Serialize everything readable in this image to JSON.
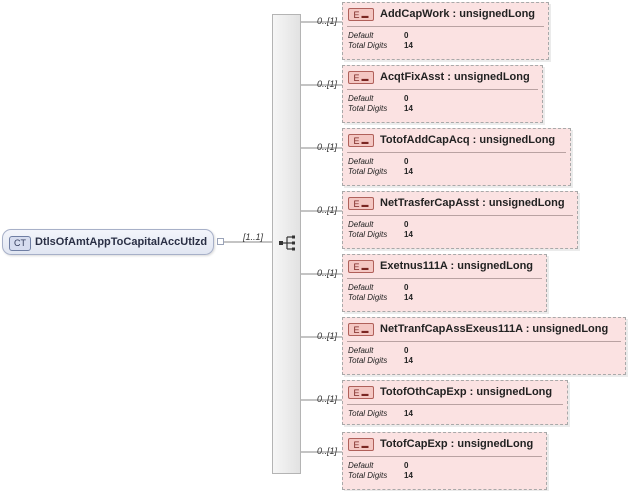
{
  "complex_type": {
    "badge": "CT",
    "name": "DtlsOfAmtAppToCapitalAccUtlzd",
    "cardinality": "[1..1]"
  },
  "colors": {
    "element_fill": "#fbe2e2",
    "element_badge": "#f4c7c3",
    "ct_fill": "#e1e6f2"
  },
  "elements": [
    {
      "cardinality": "0..[1]",
      "badge": "E",
      "name": "AddCapWork : unsignedLong",
      "props": [
        {
          "label": "Default",
          "value": "0"
        },
        {
          "label": "Total Digits",
          "value": "14"
        }
      ]
    },
    {
      "cardinality": "0..[1]",
      "badge": "E",
      "name": "AcqtFixAsst : unsignedLong",
      "props": [
        {
          "label": "Default",
          "value": "0"
        },
        {
          "label": "Total Digits",
          "value": "14"
        }
      ]
    },
    {
      "cardinality": "0..[1]",
      "badge": "E",
      "name": "TotofAddCapAcq : unsignedLong",
      "props": [
        {
          "label": "Default",
          "value": "0"
        },
        {
          "label": "Total Digits",
          "value": "14"
        }
      ]
    },
    {
      "cardinality": "0..[1]",
      "badge": "E",
      "name": "NetTrasferCapAsst : unsignedLong",
      "props": [
        {
          "label": "Default",
          "value": "0"
        },
        {
          "label": "Total Digits",
          "value": "14"
        }
      ]
    },
    {
      "cardinality": "0..[1]",
      "badge": "E",
      "name": "Exetnus111A : unsignedLong",
      "props": [
        {
          "label": "Default",
          "value": "0"
        },
        {
          "label": "Total Digits",
          "value": "14"
        }
      ]
    },
    {
      "cardinality": "0..[1]",
      "badge": "E",
      "name": "NetTranfCapAssExeus111A : unsignedLong",
      "props": [
        {
          "label": "Default",
          "value": "0"
        },
        {
          "label": "Total Digits",
          "value": "14"
        }
      ]
    },
    {
      "cardinality": "0..[1]",
      "badge": "E",
      "name": "TotofOthCapExp : unsignedLong",
      "props": [
        {
          "label": "Total Digits",
          "value": "14"
        }
      ]
    },
    {
      "cardinality": "0..[1]",
      "badge": "E",
      "name": "TotofCapExp : unsignedLong",
      "props": [
        {
          "label": "Default",
          "value": "0"
        },
        {
          "label": "Total Digits",
          "value": "14"
        }
      ]
    }
  ]
}
